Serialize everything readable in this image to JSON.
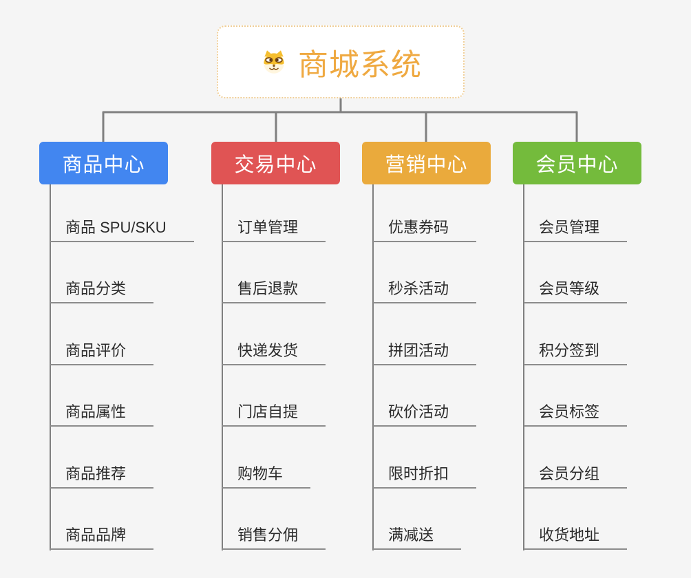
{
  "root": {
    "title": "商城系统",
    "title_color": "#EFA941",
    "icon": "shiba-dog-icon",
    "border_color": "#F0CE96"
  },
  "branches": [
    {
      "label": "商品中心",
      "color": "#4286F0",
      "items": [
        "商品 SPU/SKU",
        "商品分类",
        "商品评价",
        "商品属性",
        "商品推荐",
        "商品品牌"
      ]
    },
    {
      "label": "交易中心",
      "color": "#E05454",
      "items": [
        "订单管理",
        "售后退款",
        "快递发货",
        "门店自提",
        "购物车",
        "销售分佣"
      ]
    },
    {
      "label": "营销中心",
      "color": "#EAAA3C",
      "items": [
        "优惠券码",
        "秒杀活动",
        "拼团活动",
        "砍价活动",
        "限时折扣",
        "满减送"
      ]
    },
    {
      "label": "会员中心",
      "color": "#74BB3C",
      "items": [
        "会员管理",
        "会员等级",
        "积分签到",
        "会员标签",
        "会员分组",
        "收货地址"
      ]
    }
  ],
  "colors": {
    "background": "#F5F5F5",
    "connector": "#7F7F7F",
    "underline": "#8C8C8C",
    "item_text": "#2B2B2B"
  }
}
